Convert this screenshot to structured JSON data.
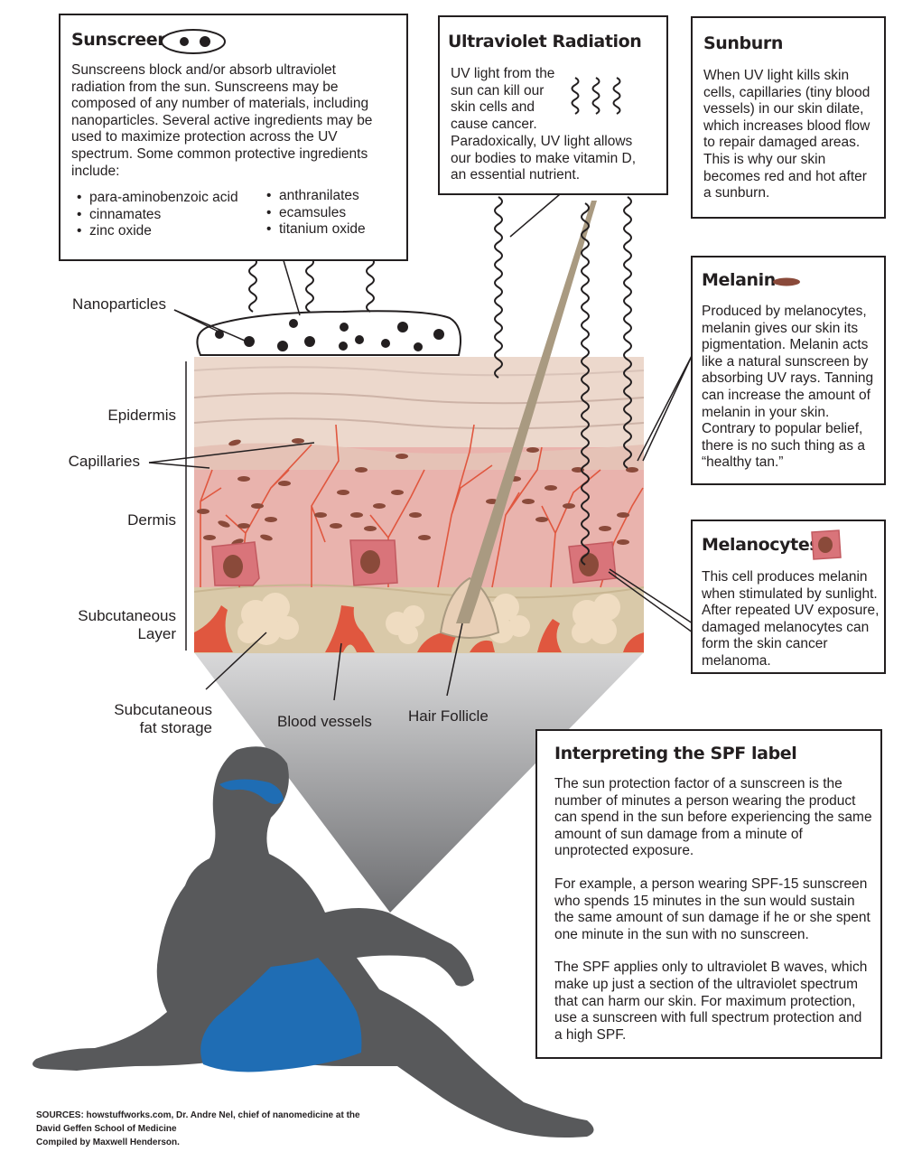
{
  "sunscreen": {
    "title": "Sunscreen",
    "body": "Sunscreens block and/or absorb ultraviolet radiation from the sun. Sunscreens may be composed of any number of materials, including nanoparticles. Several active ingredients may be used to maximize protection across the UV spectrum. Some common protective ingredients include:",
    "ingredients_left": [
      "para-aminobenzoic acid",
      "cinnamates",
      "zinc oxide"
    ],
    "ingredients_right": [
      "anthranilates",
      "ecamsules",
      "titanium oxide"
    ]
  },
  "uv": {
    "title": "Ultraviolet Radiation",
    "body_top": "UV light from the sun can kill our skin cells and cause cancer.",
    "body_bottom": "Paradoxically, UV light allows our bodies to make vitamin D, an essential nutrient."
  },
  "sunburn": {
    "title": "Sunburn",
    "body": "When UV light kills skin cells, capillaries (tiny blood vessels) in our skin dilate, which increases blood flow to repair damaged areas. This is why our skin becomes red and hot after a sunburn."
  },
  "melanin": {
    "title": "Melanin",
    "body": "Produced by melanocytes, melanin gives our skin its pigmentation. Melanin acts like a natural sunscreen by absorbing UV rays. Tanning can increase the amount of melanin in your skin. Contrary to popular belief, there is no such thing as a “healthy tan.”"
  },
  "melanocytes": {
    "title": "Melanocytes",
    "body": "This cell produces melanin when stimulated by sunlight. After repeated UV exposure, damaged melanocytes can form the skin cancer melanoma."
  },
  "spf": {
    "title": "Interpreting the SPF label",
    "paragraphs": [
      "The sun protection factor of a sunscreen is the number of minutes a person wearing the product can spend in the sun before experiencing the same amount of sun damage from a minute of unprotected exposure.",
      "For example, a person wearing SPF-15 sunscreen who spends 15 minutes in the sun would sustain the same amount of sun damage if he or she spent one minute in the sun with no sunscreen.",
      "The SPF applies only to ultraviolet B waves, which make up just a section of the ultraviolet spectrum that can harm our skin. For maximum protection, use a sunscreen with full spectrum protection and a high SPF."
    ]
  },
  "labels": {
    "nanoparticles": "Nanoparticles",
    "epidermis": "Epidermis",
    "capillaries": "Capillaries",
    "dermis": "Dermis",
    "subcutaneous_1": "Subcutaneous",
    "subcutaneous_2": "Layer",
    "fat_1": "Subcutaneous",
    "fat_2": "fat storage",
    "blood_vessels": "Blood vessels",
    "hair_follicle": "Hair Follicle"
  },
  "sources": {
    "line1": "SOURCES: howstuffworks.com, Dr. Andre Nel, chief of nanomedicine at the",
    "line2": "David Geffen School of Medicine",
    "line3": "Compiled by Maxwell Henderson."
  },
  "colors": {
    "outline": "#231f20",
    "epidermis": "#ecd8cc",
    "dermis": "#e9b3ad",
    "subcutaneous": "#d9c9a9",
    "fat": "#efdcc1",
    "vessel": "#e0573f",
    "melanin": "#8a4a3a",
    "melanocyte": "#d9747a",
    "hair": "#a99a81",
    "silhouette": "#58595b",
    "shorts": "#1f6db4",
    "goggles": "#1f6db4"
  }
}
